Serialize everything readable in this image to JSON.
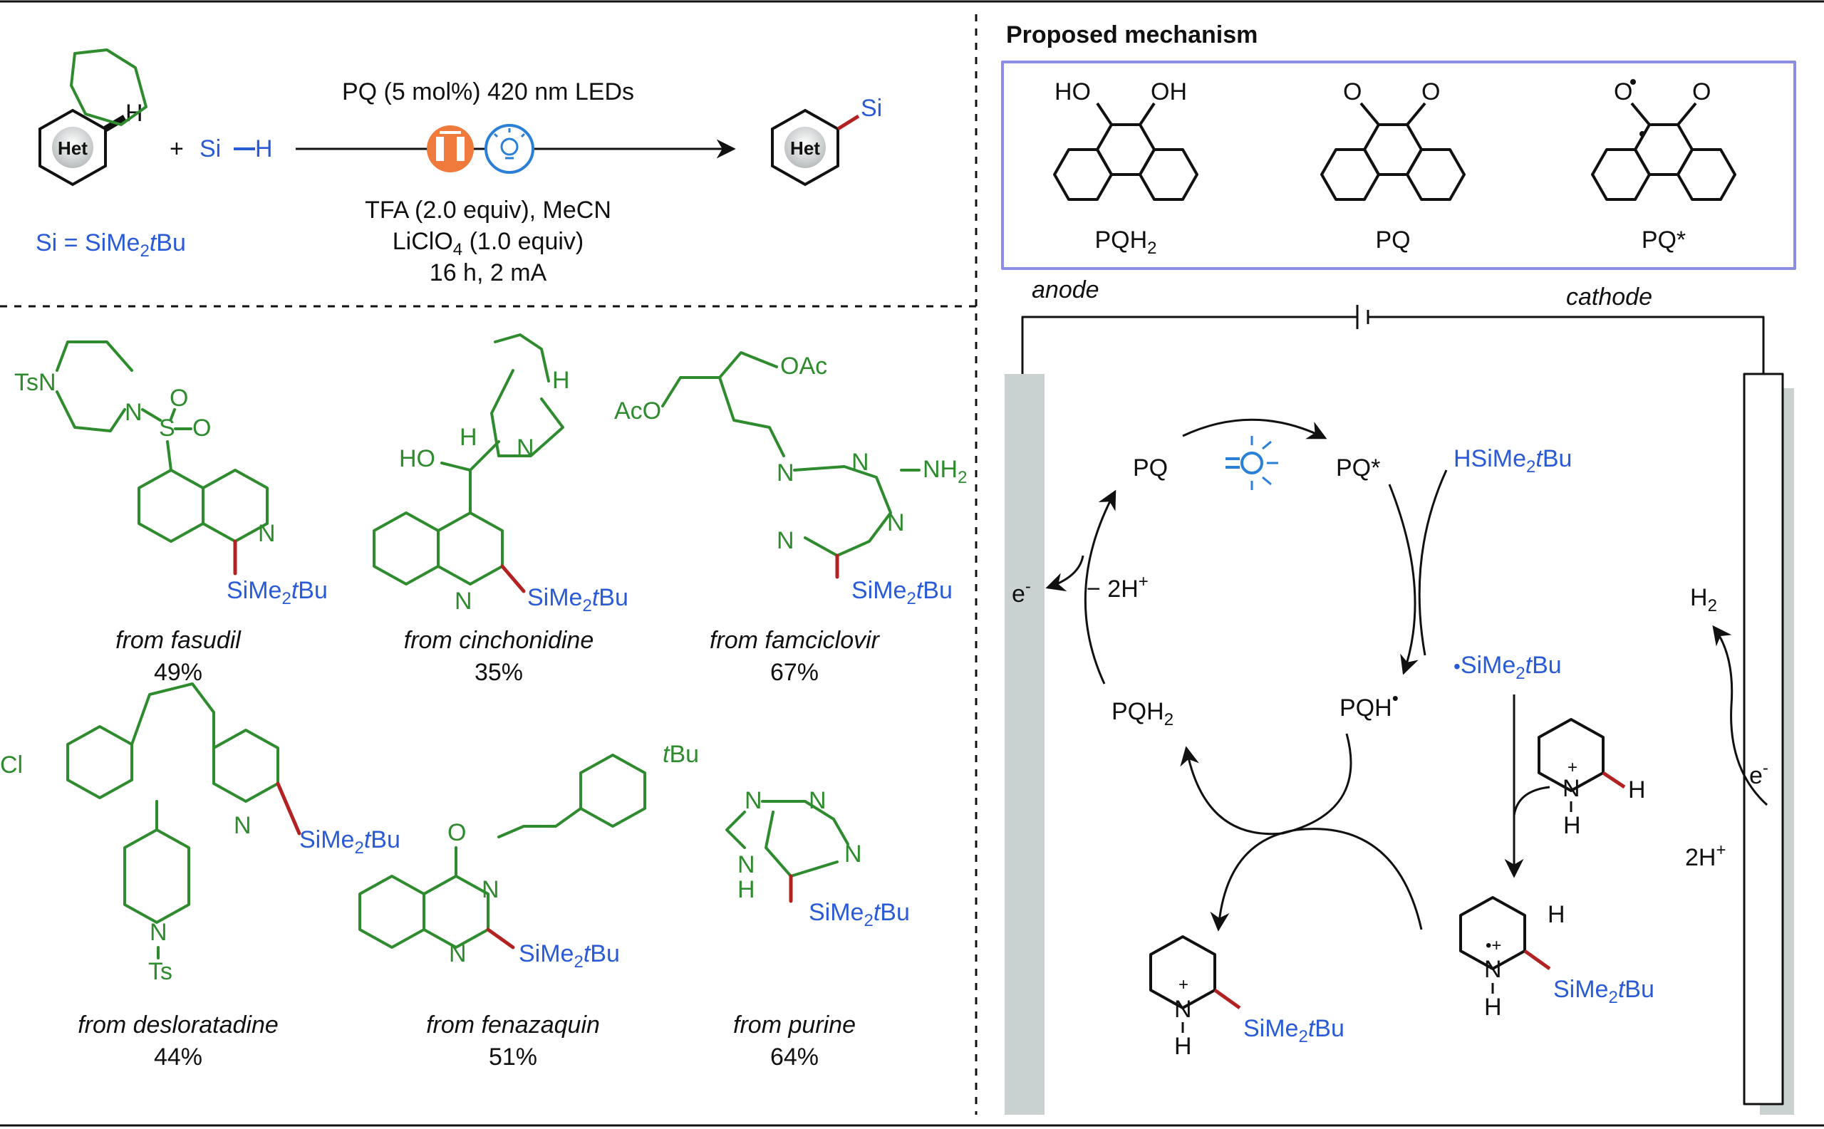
{
  "colors": {
    "green": "#2e8b2e",
    "blue": "#2a5bd7",
    "red": "#b22222",
    "orange": "#f07a3c",
    "electrode_gray": "#c9d1d1",
    "box_border": "#8b8fe0"
  },
  "scheme": {
    "het": "Het",
    "h": "H",
    "plus": "+",
    "reagent_si": "Si",
    "reagent_h": "H",
    "conditions_top": "PQ (5 mol%) 420 nm LEDs",
    "conditions_line1": "TFA (2.0 equiv), MeCN",
    "conditions_line2": "LiClO4 (1.0 equiv)",
    "conditions_line3": "16 h, 2 mA",
    "product_si": "Si",
    "si_def": "Si = SiMe2tBu",
    "icons": [
      "electrolysis-icon",
      "light-bulb-icon"
    ]
  },
  "substrates": [
    {
      "name": "from fasudil",
      "yield": "49%",
      "atoms": [
        "TsN",
        "N",
        "S",
        "O",
        "O",
        "N",
        "SiMe2tBu"
      ]
    },
    {
      "name": "from cinchonidine",
      "yield": "35%",
      "atoms": [
        "H",
        "H",
        "HO",
        "N",
        "N",
        "SiMe2tBu"
      ]
    },
    {
      "name": "from famciclovir",
      "yield": "67%",
      "atoms": [
        "OAc",
        "AcO",
        "N",
        "N",
        "NH2",
        "N",
        "N",
        "SiMe2tBu"
      ]
    },
    {
      "name": "from desloratadine",
      "yield": "44%",
      "atoms": [
        "Cl",
        "N",
        "SiMe2tBu",
        "N",
        "Ts"
      ]
    },
    {
      "name": "from fenazaquin",
      "yield": "51%",
      "atoms": [
        "tBu",
        "O",
        "N",
        "N",
        "SiMe2tBu"
      ]
    },
    {
      "name": "from purine",
      "yield": "64%",
      "atoms": [
        "N",
        "N",
        "N",
        "N",
        "H",
        "SiMe2tBu"
      ]
    }
  ],
  "mechanism": {
    "title": "Proposed mechanism",
    "quinones": [
      {
        "label": "PQH2",
        "atoms": [
          "HO",
          "OH"
        ]
      },
      {
        "label": "PQ",
        "atoms": [
          "O",
          "O"
        ]
      },
      {
        "label": "PQ*",
        "atoms": [
          "O",
          "O"
        ]
      }
    ],
    "anode": "anode",
    "cathode": "cathode",
    "species": {
      "pq": "PQ",
      "pq_star": "PQ*",
      "hsi": "HSiMe2tBu",
      "si_radical": "SiMe2tBu",
      "pqh_radical": "PQH",
      "pqh2": "PQH2",
      "e_left": "e-",
      "minus_2h": "− 2H+",
      "h2": "H2",
      "e_right": "e-",
      "two_h": "2H+",
      "pyridinium_n": "N",
      "pyridinium_h": "H",
      "product_si": "SiMe2tBu"
    }
  }
}
